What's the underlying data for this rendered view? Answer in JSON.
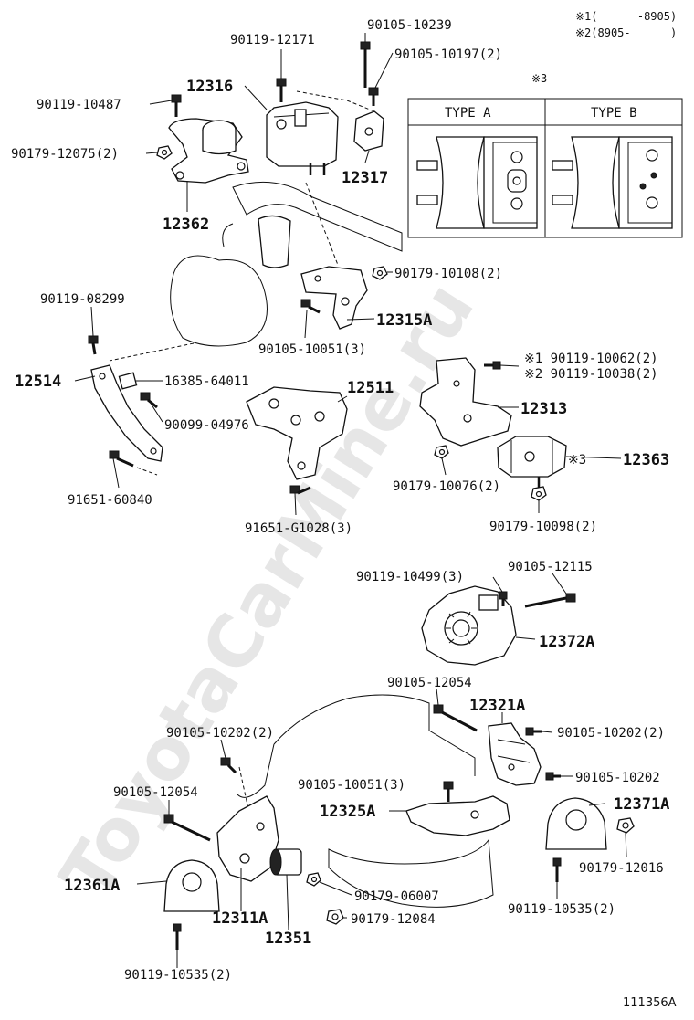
{
  "notes": {
    "n1": "※1(      -8905)",
    "n2": "※2(8905-      )",
    "n3": "※3"
  },
  "type_box": {
    "type_a": "TYPE A",
    "type_b": "TYPE B"
  },
  "labels": {
    "p90105_10239": "90105-10239",
    "p90119_12171": "90119-12171",
    "p90105_10197": "90105-10197(2)",
    "p12316": "12316",
    "p90119_10487": "90119-10487",
    "p90179_12075": "90179-12075(2)",
    "p12317": "12317",
    "p12362": "12362",
    "p90179_10108": "90179-10108(2)",
    "p90119_08299": "90119-08299",
    "p12315A": "12315A",
    "p90105_10051a": "90105-10051(3)",
    "p12514": "12514",
    "p16385_64011": "16385-64011",
    "p12511": "12511",
    "p90119_10062": "※1 90119-10062(2)",
    "p90119_10038": "※2 90119-10038(2)",
    "p12313": "12313",
    "p90099_04976": "90099-04976",
    "p12363": "12363",
    "p12363_note": "※3",
    "p90179_10076": "90179-10076(2)",
    "p91651_60840": "91651-60840",
    "p91651_G1028": "91651-G1028(3)",
    "p90179_10098": "90179-10098(2)",
    "p90119_10499": "90119-10499(3)",
    "p90105_12115": "90105-12115",
    "p12372A": "12372A",
    "p90105_12054a": "90105-12054",
    "p12321A": "12321A",
    "p90105_10202a": "90105-10202(2)",
    "p90105_10202b": "90105-10202(2)",
    "p90105_10202c": "90105-10202",
    "p90105_10051b": "90105-10051(3)",
    "p90105_12054b": "90105-12054",
    "p12371A": "12371A",
    "p12325A": "12325A",
    "p90179_12016": "90179-12016",
    "p12361A": "12361A",
    "p90179_06007": "90179-06007",
    "p12311A": "12311A",
    "p90179_12084": "90179-12084",
    "p90119_10535a": "90119-10535(2)",
    "p12351": "12351",
    "p90119_10535b": "90119-10535(2)"
  },
  "figure_id": "111356A",
  "watermark": "ToyotaCarMine.ru"
}
